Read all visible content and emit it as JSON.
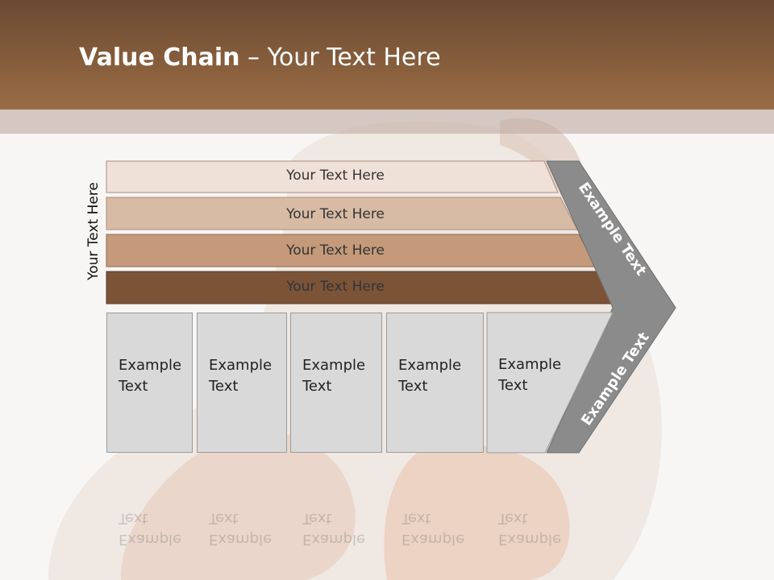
{
  "title": {
    "bold": "Value Chain",
    "rest": " – Your Text Here"
  },
  "side_label": "Your Text Here",
  "bars": [
    {
      "label": "Your Text Here",
      "color": "#efe1d8"
    },
    {
      "label": "Your Text Here",
      "color": "#d8bba4"
    },
    {
      "label": "Your Text Here",
      "color": "#c49a7a"
    },
    {
      "label": "Your Text Here",
      "color": "#7b5438"
    }
  ],
  "cards": [
    {
      "line1": "Example",
      "line2": "Text"
    },
    {
      "line1": "Example",
      "line2": "Text"
    },
    {
      "line1": "Example",
      "line2": "Text"
    },
    {
      "line1": "Example",
      "line2": "Text"
    },
    {
      "line1": "Example",
      "line2": "Text"
    }
  ],
  "chevron": {
    "upper": "Example Text",
    "lower": "Example Text",
    "color": "#8b8b8b"
  },
  "colors": {
    "header": "#7f5a3c",
    "card": "#d9d9d9"
  }
}
